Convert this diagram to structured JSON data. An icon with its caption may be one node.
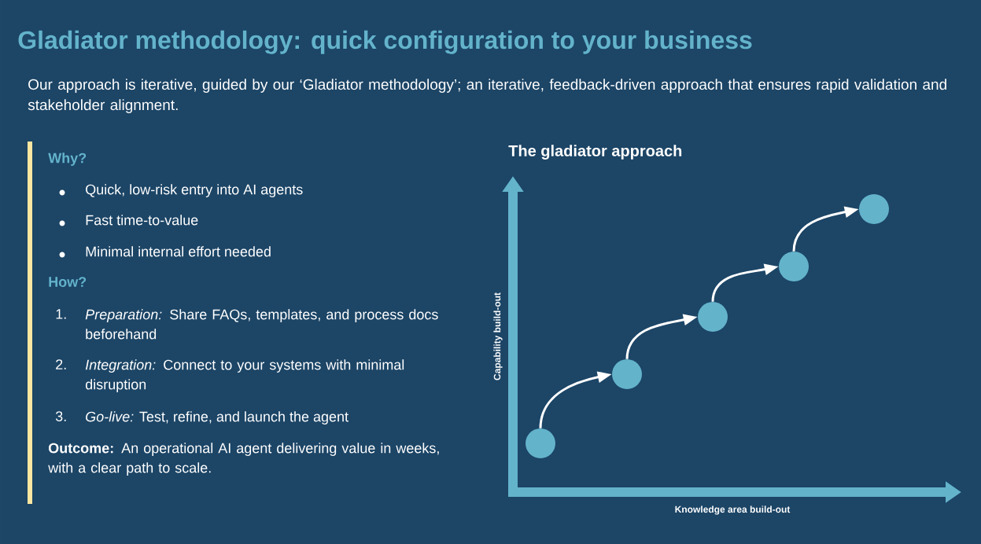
{
  "diagram": {
    "title": "Gladiator methodology: quick configuration to your business",
    "nodes": [
      {
        "text": [],
        "shape": "circle"
      },
      {
        "text": [],
        "shape": "circle"
      },
      {
        "text": [],
        "shape": "circle"
      },
      {
        "text": [],
        "shape": "circle"
      },
      {
        "text": [],
        "shape": "circle"
      }
    ],
    "edges": [
      {
        "from": 0,
        "to": 1,
        "arrow": "to"
      },
      {
        "from": 1,
        "to": 2,
        "arrow": "to"
      },
      {
        "from": 2,
        "to": 3,
        "arrow": "to"
      },
      {
        "from": 3,
        "to": 4,
        "arrow": "to"
      }
    ],
    "labels": [
      "Our approach is iterative, guided by our ‘Gladiator methodology’; an iterative, feedback-driven approach that ensures rapid validation and stakeholder alignment.",
      "Why?",
      "Quick, low-risk entry into AI agents",
      "Fast time-to-value",
      "Minimal internal effort needed",
      "How?",
      "1.",
      "*Preparation:* Share FAQs, templates, and process docs beforehand",
      "2.",
      "*Integration:* Connect to your systems with minimal disruption",
      "3.",
      "*Go-live:* Test, refine, and launch the agent",
      "**Outcome:**  An operational AI agent delivering value in weeks, with a clear path to scale.",
      "The gladiator approach",
      "Capability build-out",
      "Knowledge area build-out"
    ]
  }
}
